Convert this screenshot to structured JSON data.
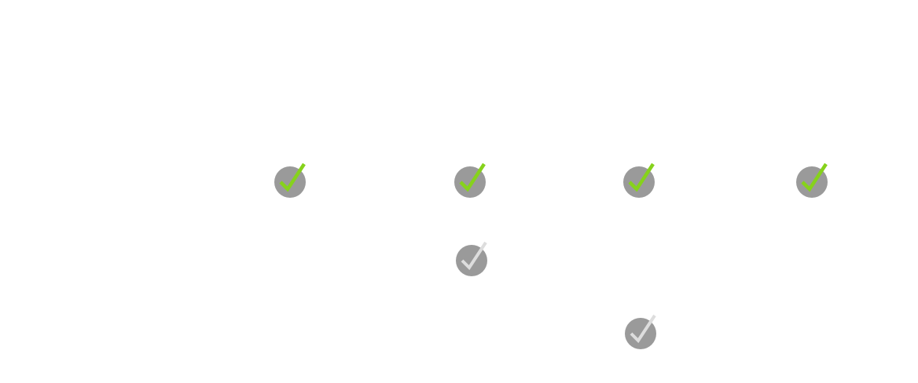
{
  "colors": {
    "background": "#ffffff",
    "badge_fill": "#9a9a9a",
    "check_active": "#86d21b",
    "check_inactive": "#dddddd"
  },
  "rows": [
    {
      "name": "row-1",
      "items": [
        {
          "status": "active",
          "icon": "check-icon"
        },
        {
          "status": "active",
          "icon": "check-icon"
        },
        {
          "status": "active",
          "icon": "check-icon"
        },
        {
          "status": "active",
          "icon": "check-icon"
        }
      ]
    },
    {
      "name": "row-2",
      "items": [
        {
          "status": "inactive",
          "icon": "check-icon"
        }
      ]
    },
    {
      "name": "row-3",
      "items": [
        {
          "status": "inactive",
          "icon": "check-icon"
        }
      ]
    }
  ]
}
